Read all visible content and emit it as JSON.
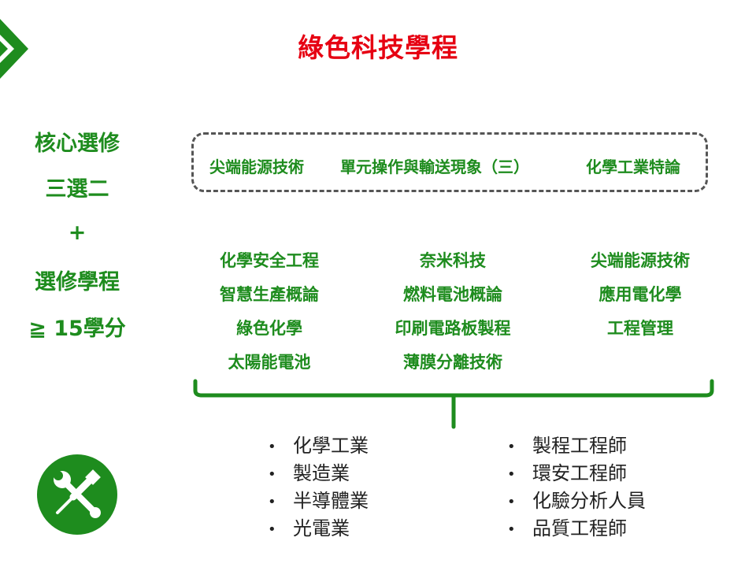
{
  "title": "綠色科技學程",
  "requirements": {
    "line1": "核心選修",
    "line2": "三選二",
    "plus": "+",
    "line3": "選修學程",
    "line4": "≧ 15學分"
  },
  "core_courses": [
    "尖端能源技術",
    "單元操作與輸送現象（三）",
    "化學工業特論"
  ],
  "electives": {
    "col1": [
      "化學安全工程",
      "智慧生產概論",
      "綠色化學",
      "太陽能電池"
    ],
    "col2": [
      "奈米科技",
      "燃料電池概論",
      "印刷電路板製程",
      "薄膜分離技術"
    ],
    "col3": [
      "尖端能源技術",
      "應用電化學",
      "工程管理"
    ]
  },
  "careers": {
    "left": [
      "化學工業",
      "製造業",
      "半導體業",
      "光電業"
    ],
    "right": [
      "製程工程師",
      "環安工程師",
      "化驗分析人員",
      "品質工程師"
    ]
  },
  "bullet": "•",
  "colors": {
    "title": "#e60012",
    "green": "#1e8c1e",
    "dashed_border": "#555555",
    "text": "#222222"
  },
  "icons": [
    "chevron-right-icon",
    "tools-icon"
  ]
}
